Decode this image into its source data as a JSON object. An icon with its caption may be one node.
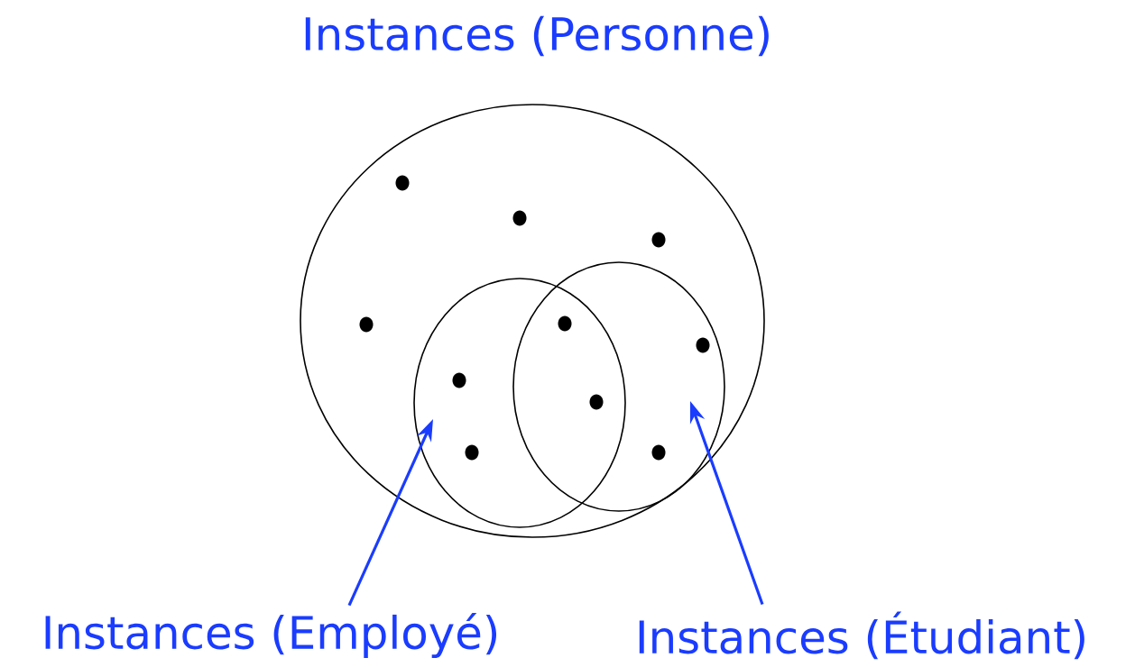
{
  "diagram": {
    "nodes": [
      {
        "text": [
          "Instances (Personne)"
        ]
      },
      {
        "text": [],
        "shape": "ellipse",
        "in": 0
      },
      {
        "text": [],
        "shape": "ellipse",
        "in": 0
      },
      {
        "text": [
          "Instances (Employé)"
        ]
      },
      {
        "text": [
          "Instances (Étudiant)"
        ]
      }
    ],
    "edges": [
      {
        "from": 3,
        "to": 1,
        "arrow": "to"
      },
      {
        "from": 4,
        "to": 2,
        "arrow": "to"
      }
    ]
  }
}
